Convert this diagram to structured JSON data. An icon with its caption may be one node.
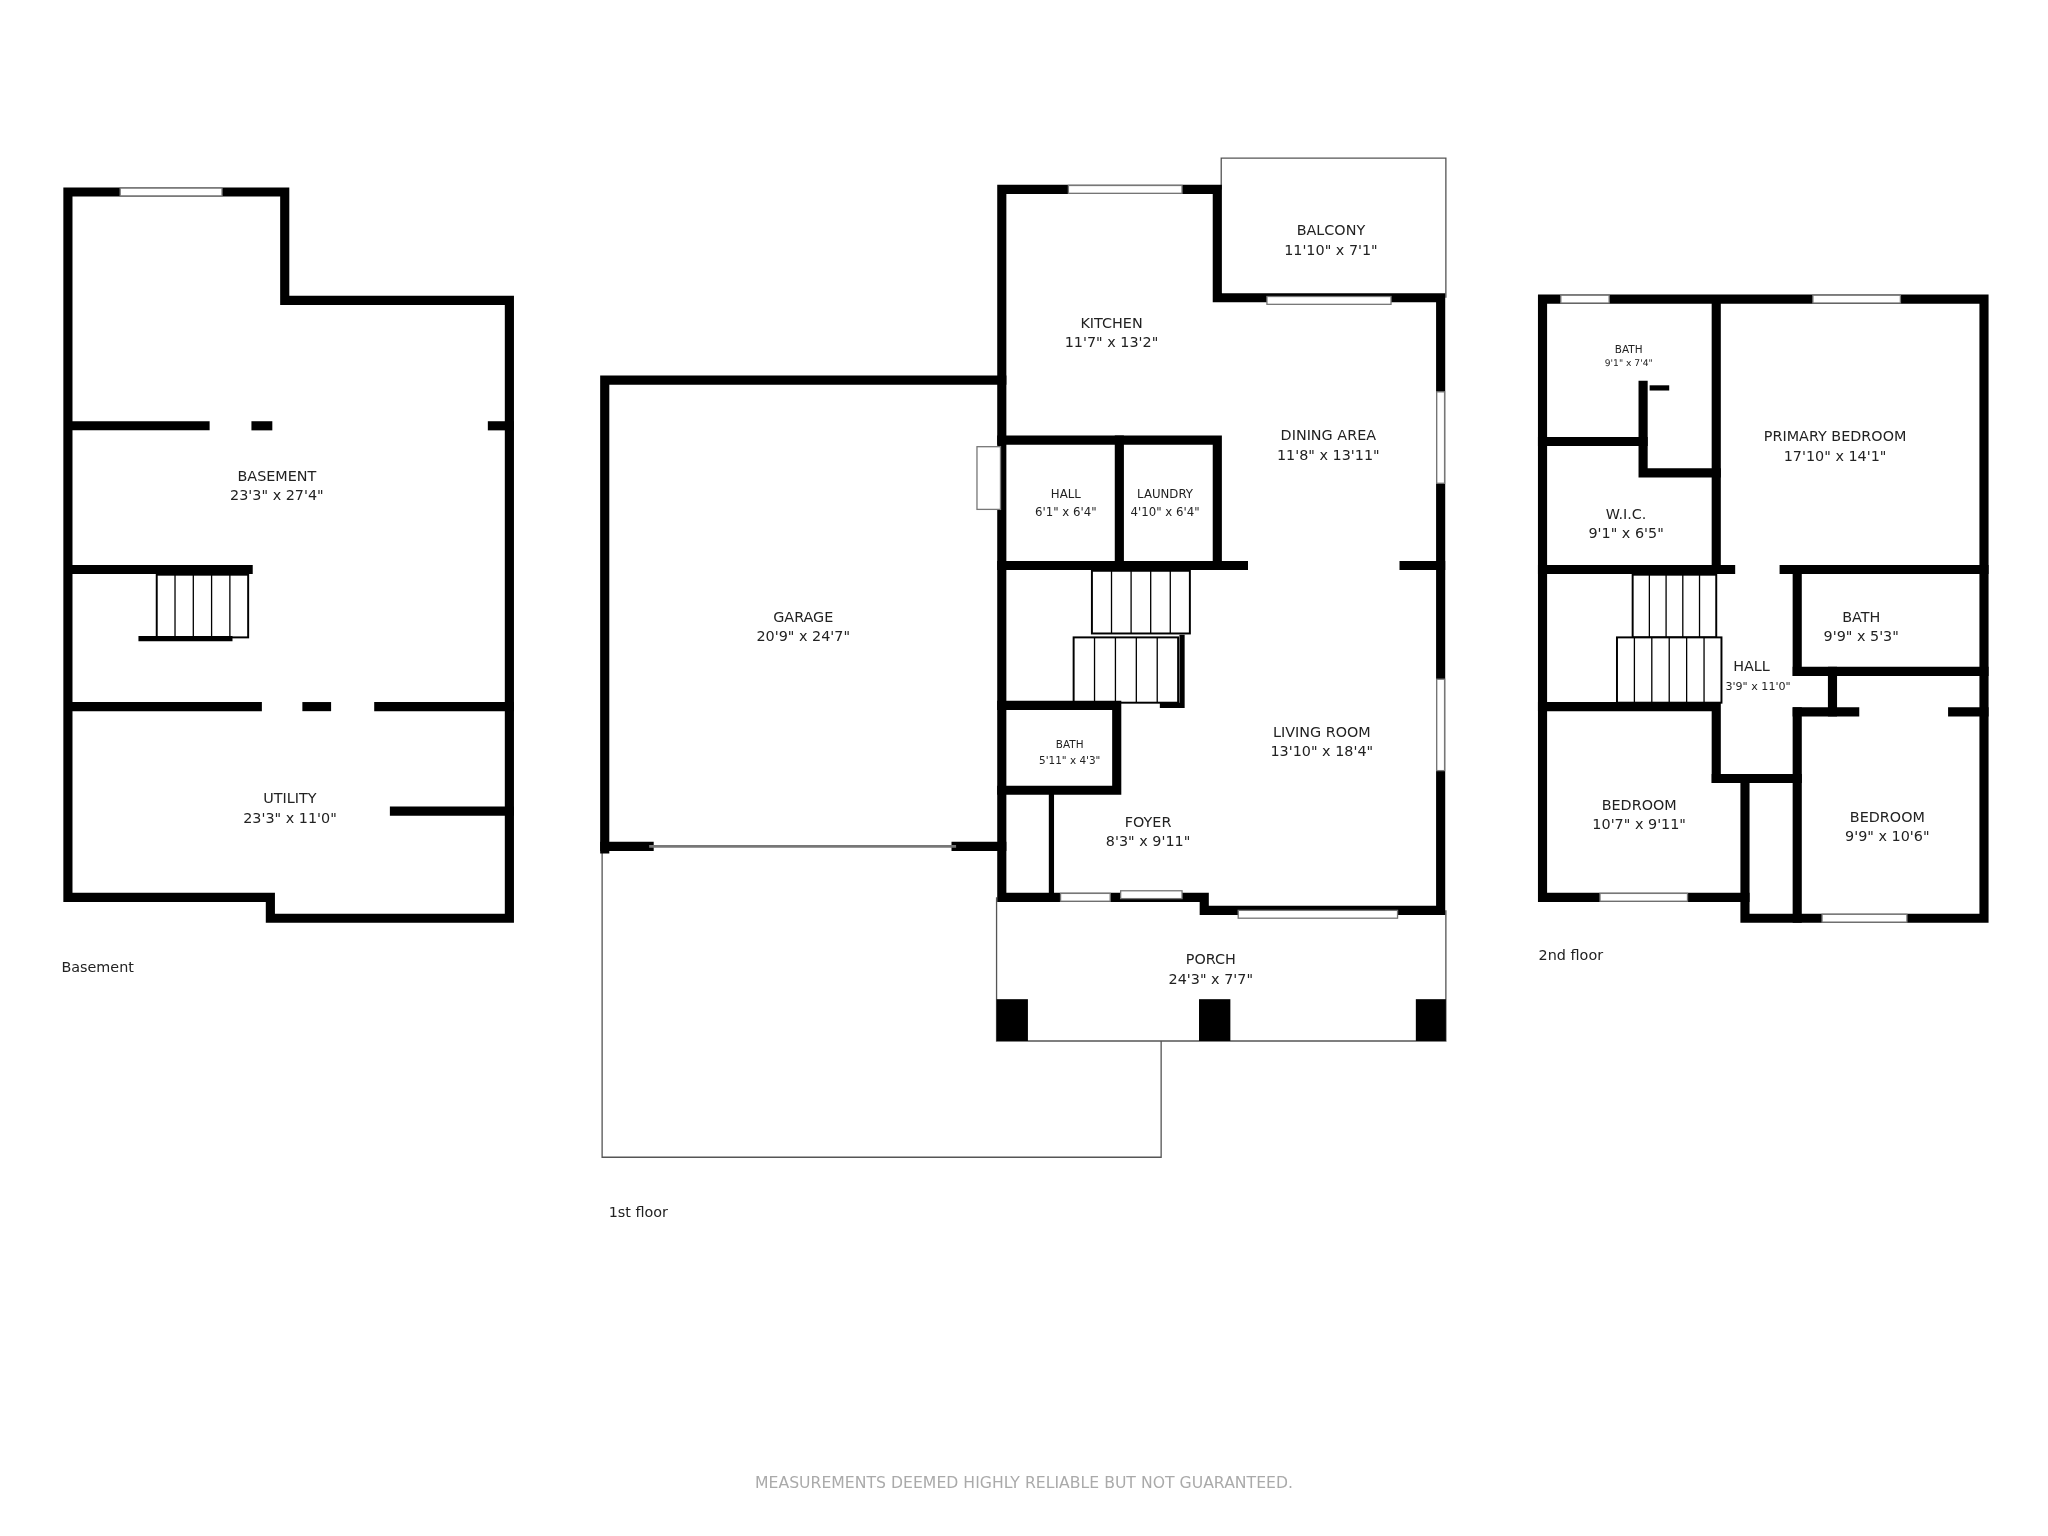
{
  "diagram": {
    "labels": [
      "BASEMENT",
      "23'3\" x 27'4\"",
      "UTILITY",
      "23'3\" x 11'0\"",
      "Basement",
      "GARAGE",
      "20'9\" x 24'7\"",
      "BALCONY",
      "11'10\" x 7'1\"",
      "KITCHEN",
      "11'7\" x 13'2\"",
      "DINING AREA",
      "11'8\" x 13'11\"",
      "HALL",
      "6'1\" x 6'4\"",
      "LAUNDRY",
      "4'10\" x 6'4\"",
      "LIVING ROOM",
      "13'10\" x 18'4\"",
      "BATH",
      "5'11\" x 4'3\"",
      "FOYER",
      "8'3\" x 9'11\"",
      "PORCH",
      "24'3\" x 7'7\"",
      "1st floor",
      "BATH",
      "9'1\" x 7'4\"",
      "PRIMARY BEDROOM",
      "17'10\" x 14'1\"",
      "W.I.C.",
      "9'1\" x 6'5\"",
      "BATH",
      "9'9\" x 5'3\"",
      "HALL",
      "3'9\" x 11'0\"",
      "BEDROOM",
      "10'7\" x 9'11\"",
      "BEDROOM",
      "9'9\" x 10'6\"",
      "2nd floor",
      "MEASUREMENTS DEEMED HIGHLY RELIABLE BUT NOT GUARANTEED."
    ]
  }
}
